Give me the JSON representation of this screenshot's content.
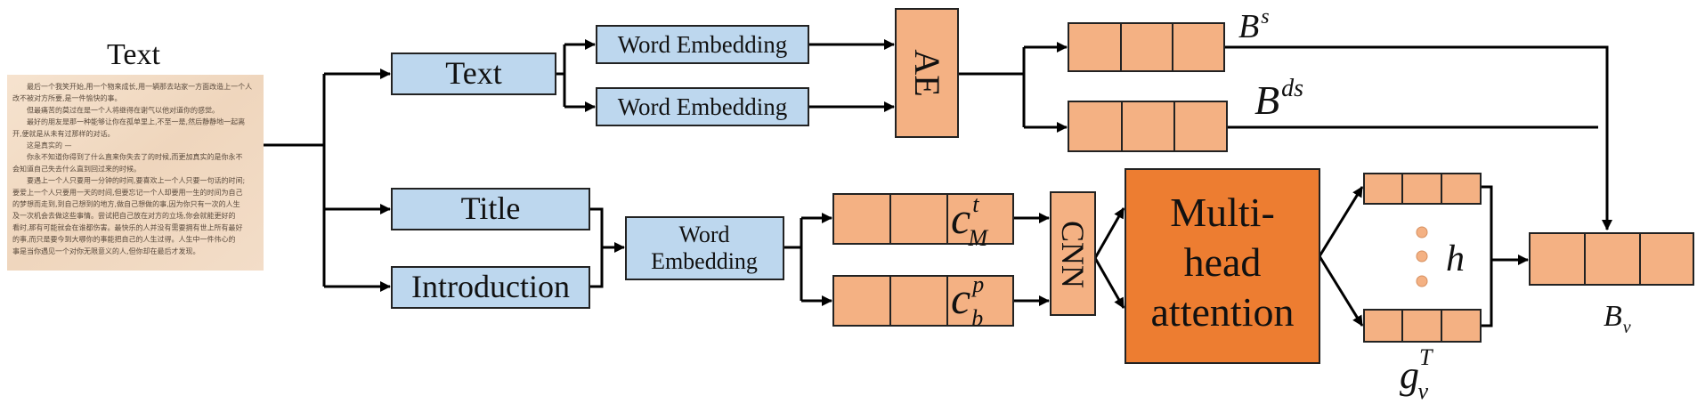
{
  "document": {
    "title": "Text",
    "lines": [
      "　　最后一个我笑开始,用一个物来成长,用一辆那去站家一方面改造上一个人",
      "改不被对方所要,是一件愉快的事。",
      "　　但最痛苦的莫过在是一个人将继得在谢气以他对道你的感觉。",
      "　　最好的朋友是那一种能够让你在孤单里上,不至一是,然后静静地一起离",
      "开,便就是从未有过那样的对话。",
      "　　这是真实的 —",
      "　　你永不知道你得到了什么直来你失去了的时候,而更加真实的是你永不",
      "会知道自己失去什么直到回过来的时候。",
      "　　要遇上一个人只要用一分钟的时间,要喜欢上一个人只要一句话的时间;",
      "要爱上一个人只要用一天的时间,但要忘记一个人却要用一生的时间为自己",
      "的梦想而走到,到自己想到的地方,做自己想做的事,因为你只有一次的人生",
      "及一次机会去做这些事情。尝试把自己放在对方的立场,你会就能更好的",
      "看时,那有可能就会在谁都伤害。最快乐的人并没有需要拥有世上所有最好",
      "的事,而只是要今到大哪你的事能把自己的人生过得。人生中一件伟心的",
      "事是当你遇见一个对你无限意义的人,但你却在最后才发现。"
    ]
  },
  "inputs": {
    "text": "Text",
    "title": "Title",
    "introduction": "Introduction"
  },
  "embeddings": {
    "word_embedding_1": "Word Embedding",
    "word_embedding_2": "Word Embedding",
    "word_embedding_3_line1": "Word",
    "word_embedding_3_line2": "Embedding"
  },
  "blocks": {
    "ae": "AE",
    "cnn": "CNN",
    "attention_line1": "Multi-",
    "attention_line2": "head",
    "attention_line3": "attention"
  },
  "vectors": {
    "bs_base": "B",
    "bs_sup": "s",
    "bds_base": "B",
    "bds_sup": "ds",
    "cm_base": "c",
    "cm_sup": "t",
    "cm_sub": "M",
    "cb_base": "c",
    "cb_sup": "p",
    "cb_sub": "b",
    "h": "h",
    "gv_base": "g",
    "gv_sup": "T",
    "gv_sub": "v",
    "bv_base": "B",
    "bv_sub": "v"
  },
  "colors": {
    "input_box": "#bdd7ee",
    "vector_cell": "#f4b183",
    "attention_box": "#ed7d31",
    "stroke": "#000000",
    "paper": "#f3dcc6"
  }
}
